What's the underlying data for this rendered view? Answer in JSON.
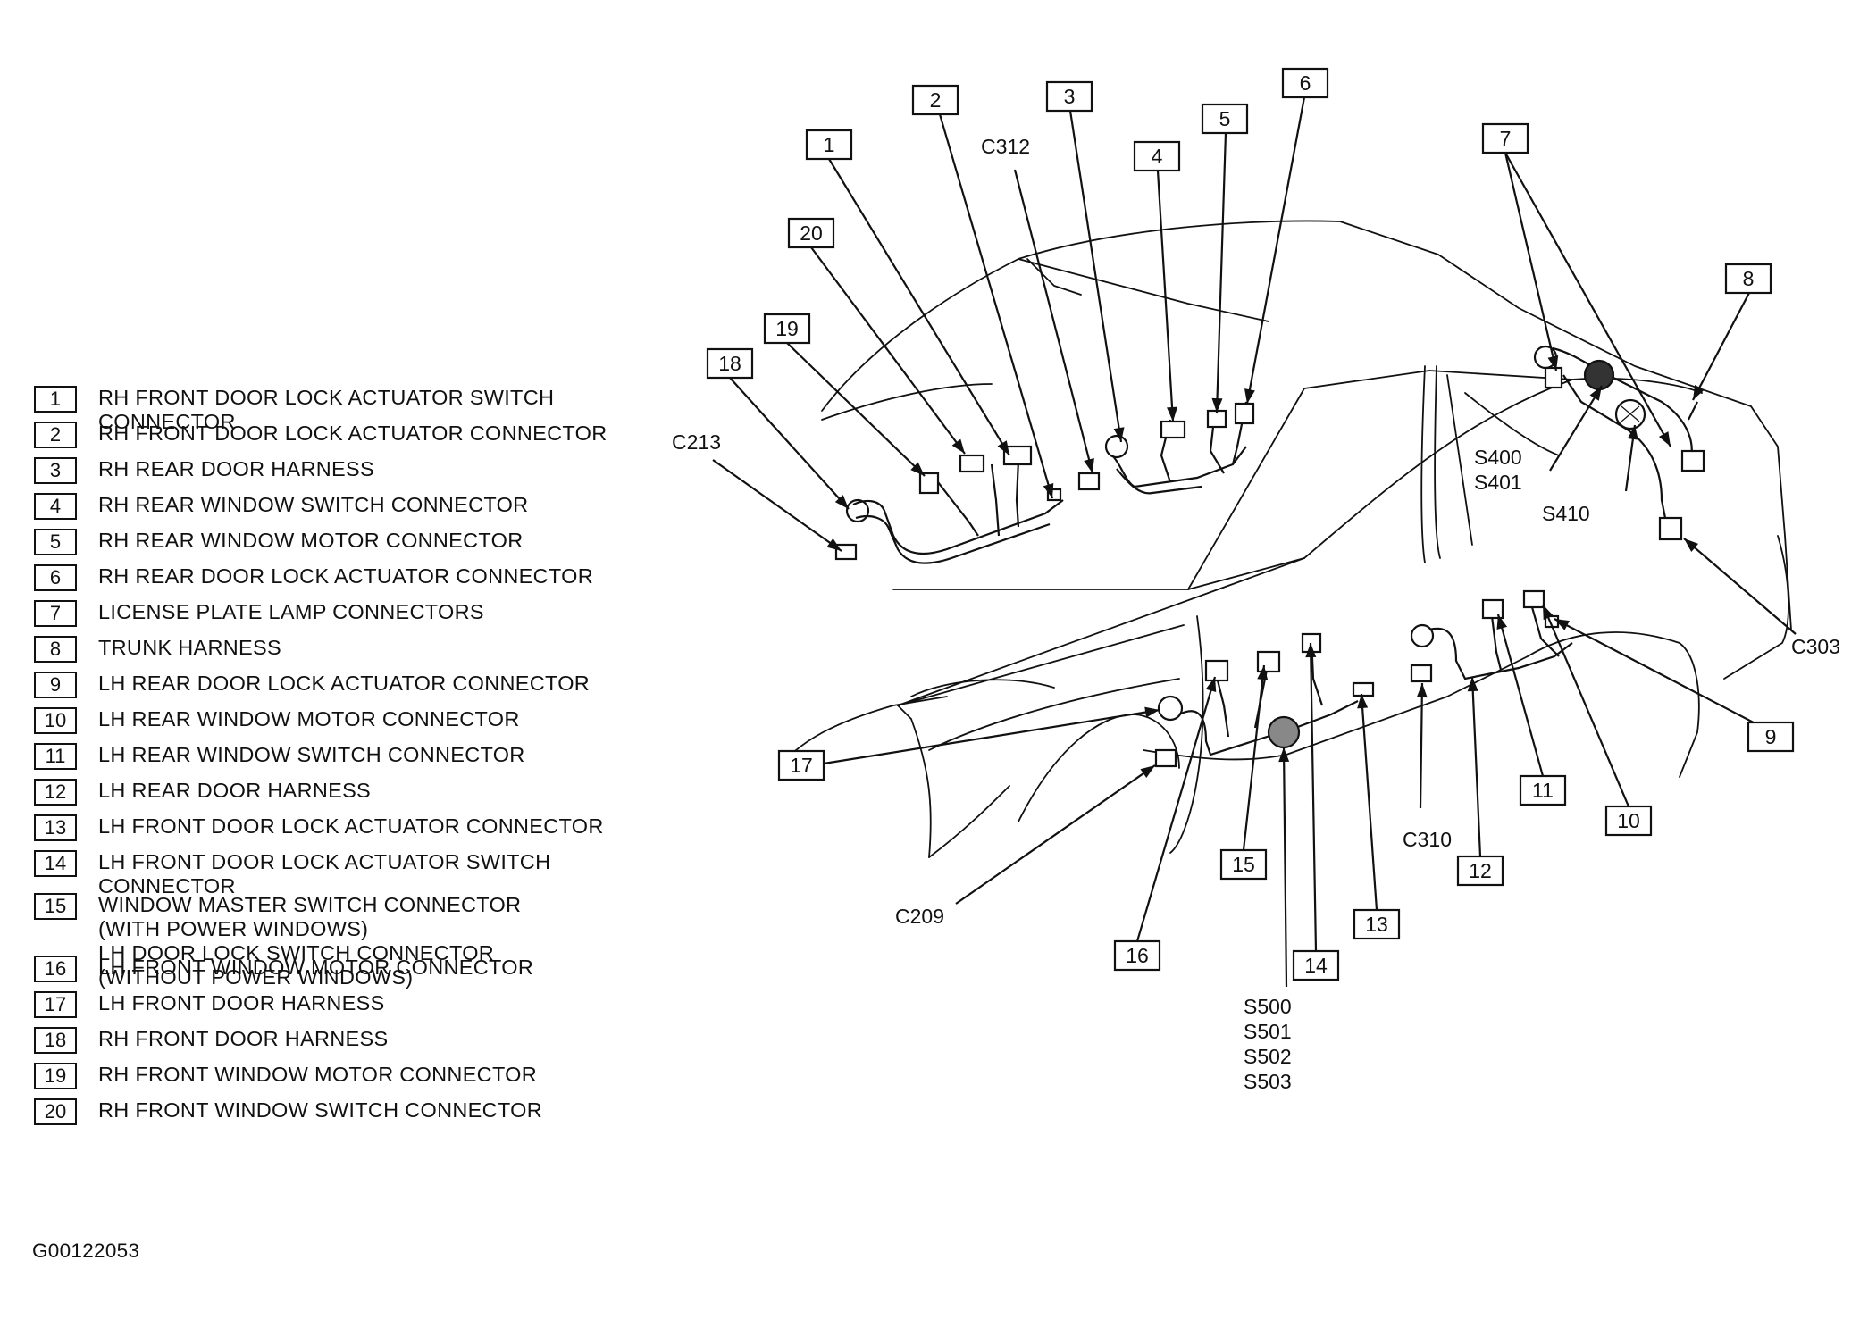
{
  "legend": [
    {
      "num": "1",
      "lines": [
        "RH FRONT DOOR LOCK ACTUATOR SWITCH",
        "CONNECTOR"
      ]
    },
    {
      "num": "2",
      "lines": [
        "RH FRONT DOOR LOCK ACTUATOR CONNECTOR"
      ]
    },
    {
      "num": "3",
      "lines": [
        "RH REAR DOOR HARNESS"
      ]
    },
    {
      "num": "4",
      "lines": [
        "RH REAR WINDOW SWITCH CONNECTOR"
      ]
    },
    {
      "num": "5",
      "lines": [
        "RH REAR WINDOW MOTOR CONNECTOR"
      ]
    },
    {
      "num": "6",
      "lines": [
        "RH REAR DOOR LOCK ACTUATOR CONNECTOR"
      ]
    },
    {
      "num": "7",
      "lines": [
        "LICENSE PLATE LAMP CONNECTORS"
      ]
    },
    {
      "num": "8",
      "lines": [
        "TRUNK HARNESS"
      ]
    },
    {
      "num": "9",
      "lines": [
        "LH REAR DOOR LOCK ACTUATOR CONNECTOR"
      ]
    },
    {
      "num": "10",
      "lines": [
        "LH REAR WINDOW MOTOR CONNECTOR"
      ]
    },
    {
      "num": "11",
      "lines": [
        "LH REAR WINDOW SWITCH CONNECTOR"
      ]
    },
    {
      "num": "12",
      "lines": [
        "LH REAR DOOR HARNESS"
      ]
    },
    {
      "num": "13",
      "lines": [
        "LH FRONT DOOR LOCK ACTUATOR CONNECTOR"
      ]
    },
    {
      "num": "14",
      "lines": [
        "LH FRONT DOOR LOCK ACTUATOR SWITCH",
        "CONNECTOR"
      ]
    },
    {
      "num": "15",
      "lines": [
        "WINDOW MASTER SWITCH CONNECTOR",
        "(WITH POWER WINDOWS)",
        "LH DOOR LOCK SWITCH CONNECTOR",
        "(WITHOUT POWER WINDOWS)"
      ]
    },
    {
      "num": "16",
      "lines": [
        "LH FRONT WINDOW MOTOR CONNECTOR"
      ]
    },
    {
      "num": "17",
      "lines": [
        "LH FRONT DOOR HARNESS"
      ]
    },
    {
      "num": "18",
      "lines": [
        "RH FRONT DOOR HARNESS"
      ]
    },
    {
      "num": "19",
      "lines": [
        "RH FRONT WINDOW MOTOR CONNECTOR"
      ]
    },
    {
      "num": "20",
      "lines": [
        "RH FRONT WINDOW SWITCH CONNECTOR"
      ]
    }
  ],
  "callouts": [
    {
      "num": "1",
      "name": "callout-1"
    },
    {
      "num": "2",
      "name": "callout-2"
    },
    {
      "num": "3",
      "name": "callout-3"
    },
    {
      "num": "4",
      "name": "callout-4"
    },
    {
      "num": "5",
      "name": "callout-5"
    },
    {
      "num": "6",
      "name": "callout-6"
    },
    {
      "num": "7",
      "name": "callout-7"
    },
    {
      "num": "8",
      "name": "callout-8"
    },
    {
      "num": "9",
      "name": "callout-9"
    },
    {
      "num": "10",
      "name": "callout-10"
    },
    {
      "num": "11",
      "name": "callout-11"
    },
    {
      "num": "12",
      "name": "callout-12"
    },
    {
      "num": "13",
      "name": "callout-13"
    },
    {
      "num": "14",
      "name": "callout-14"
    },
    {
      "num": "15",
      "name": "callout-15"
    },
    {
      "num": "16",
      "name": "callout-16"
    },
    {
      "num": "17",
      "name": "callout-17"
    },
    {
      "num": "18",
      "name": "callout-18"
    },
    {
      "num": "19",
      "name": "callout-19"
    },
    {
      "num": "20",
      "name": "callout-20"
    }
  ],
  "ref_labels": [
    {
      "name": "ref-c312",
      "lines": [
        "C312"
      ]
    },
    {
      "name": "ref-c213",
      "lines": [
        "C213"
      ]
    },
    {
      "name": "ref-s400-s401",
      "lines": [
        "S400",
        "S401"
      ]
    },
    {
      "name": "ref-s410",
      "lines": [
        "S410"
      ]
    },
    {
      "name": "ref-c303",
      "lines": [
        "C303"
      ]
    },
    {
      "name": "ref-c310",
      "lines": [
        "C310"
      ]
    },
    {
      "name": "ref-c209",
      "lines": [
        "C209"
      ]
    },
    {
      "name": "ref-s500-s503",
      "lines": [
        "S500",
        "S501",
        "S502",
        "S503"
      ]
    }
  ],
  "figure_id": "G00122053"
}
